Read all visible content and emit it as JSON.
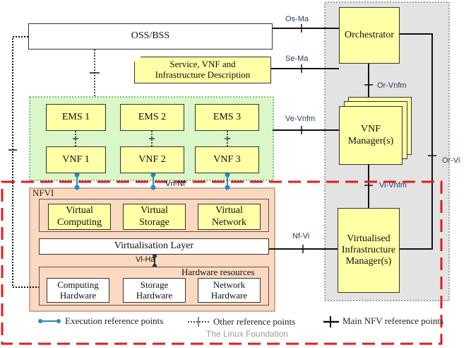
{
  "boxes": {
    "oss_bss": "OSS/BSS",
    "description": "Service, VNF and Infrastructure Description",
    "orchestrator": "Orchestrator",
    "vnf_manager": "VNF Manager(s)",
    "vim": "Virtualised Infrastructure Manager(s)",
    "ems": [
      "EMS 1",
      "EMS 2",
      "EMS 3"
    ],
    "vnf": [
      "VNF 1",
      "VNF 2",
      "VNF 3"
    ]
  },
  "nfvi": {
    "title": "NFVI",
    "virtual": [
      "Virtual Computing",
      "Virtual Storage",
      "Virtual Network"
    ],
    "virtualisation_layer": "Virtualisation Layer",
    "hardware_title": "Hardware resources",
    "hardware": [
      "Computing Hardware",
      "Storage Hardware",
      "Network Hardware"
    ]
  },
  "reference_points": {
    "os_ma": "Os-Ma",
    "se_ma": "Se-Ma",
    "or_vnfm": "Or-Vnfm",
    "ve_vnfm": "Ve-Vnfm",
    "or_vi": "Or-Vi",
    "vi_vnfm": "Vi-Vnfm",
    "vn_nf": "Vn-Nf",
    "nf_vi": "Nf-Vi",
    "vi_ha": "Vl-Ha"
  },
  "legend": {
    "execution": "Execution reference points",
    "other": "Other reference points",
    "main": "Main NFV reference points"
  },
  "watermark": "The Linux Foundation",
  "colors": {
    "box_fill": "#ffffa6",
    "vnf_area_fill": "#d9f7c8",
    "nfvi_fill": "#fbd9c0",
    "mano_fill": "#e3e3e3",
    "nfvi_boundary": "#e51c1c",
    "execution_point": "#2e86c1"
  }
}
